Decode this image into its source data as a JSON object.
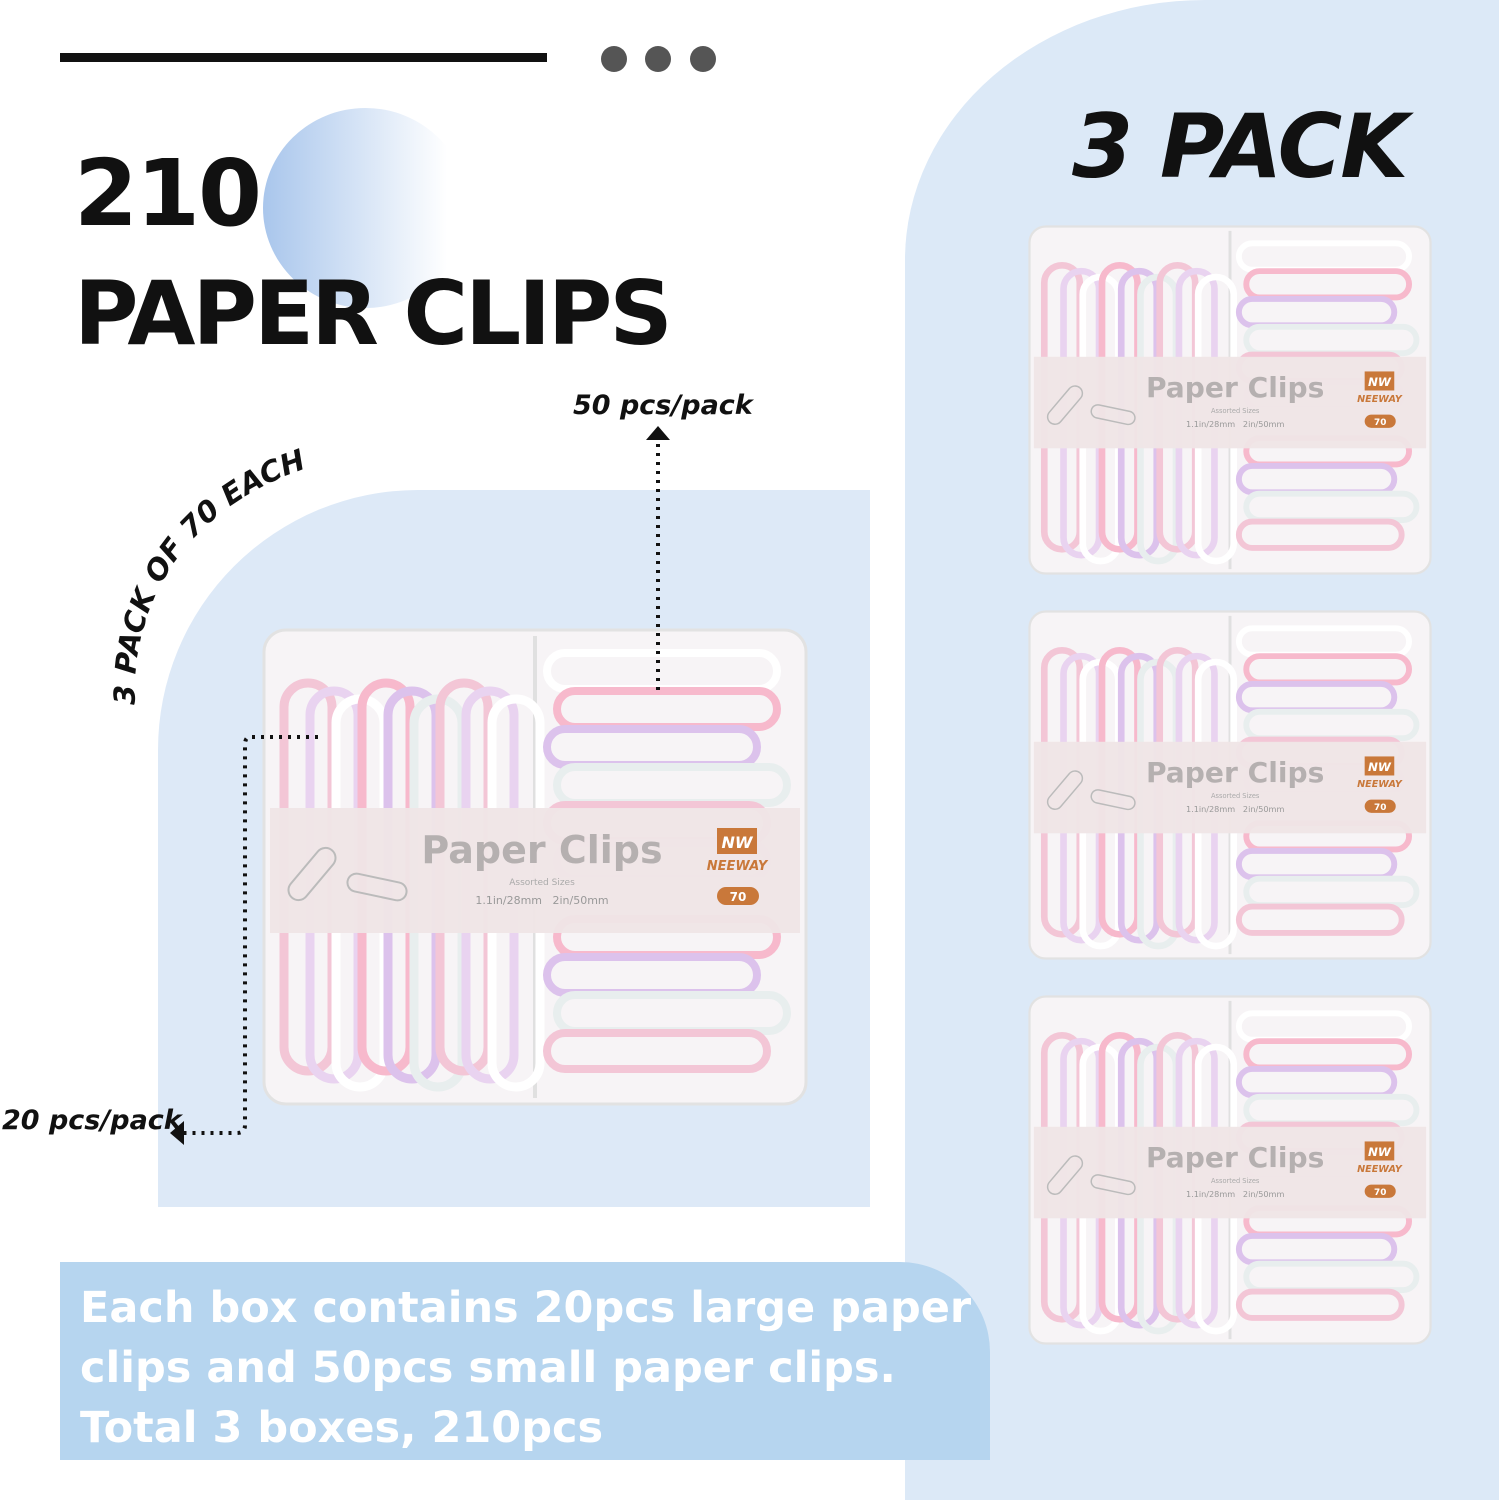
{
  "headline": {
    "number": "210",
    "subtitle": "PAPER CLIPS"
  },
  "right_title": "3 PACK",
  "curved_label": "3 PACK OF 70 EACH",
  "callouts": {
    "small": "50 pcs/pack",
    "large": "20 pcs/pack"
  },
  "description": [
    "Each box contains 20pcs large paper",
    "clips and 50pcs small paper clips.",
    "Total 3 boxes, 210pcs"
  ],
  "box_label": {
    "title": "Paper Clips",
    "sizes_label": "Assorted Sizes",
    "sizes": "1.1in/28mm   2in/50mm",
    "brand": "NEEWAY",
    "brand_logo": "NW",
    "count": "70"
  },
  "colors": {
    "accent_blue": "#b6d5ef",
    "panel_blue": "#dce9f7",
    "badge": "#c9783a"
  }
}
